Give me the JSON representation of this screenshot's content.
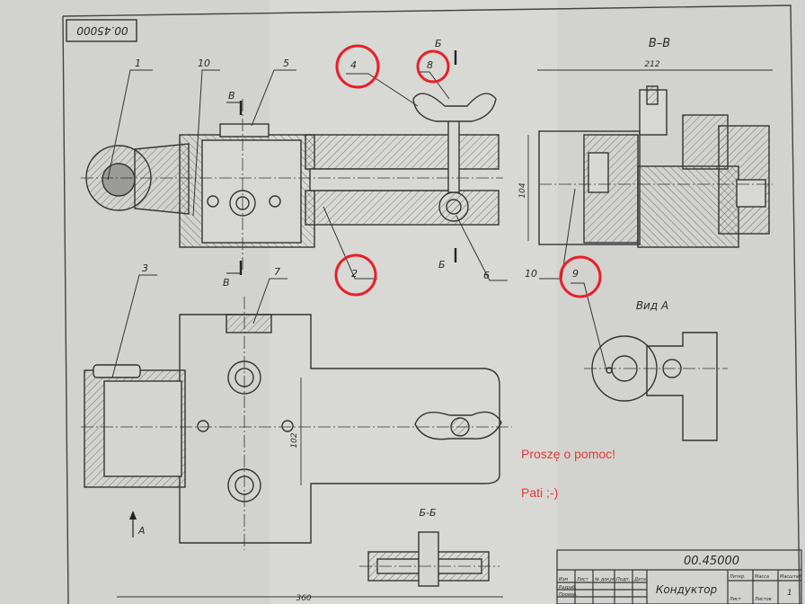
{
  "drawing": {
    "doc_number_top": "00.45000",
    "doc_number_block": "00.45000",
    "title": "Кондуктор",
    "section_bb_top": "В–В",
    "section_bb_bottom": "Б-Б",
    "view_a": "Вид А",
    "mark_b": "Б",
    "mark_v": "В",
    "mark_a": "А",
    "dim_212": "212",
    "dim_104": "104",
    "dim_102": "102",
    "dim_360": "360",
    "parts": [
      "1",
      "10",
      "5",
      "4",
      "8",
      "2",
      "6",
      "3",
      "7",
      "10",
      "9"
    ],
    "title_block_cells": [
      "Изм",
      "Лист",
      "№ докум.",
      "Подп.",
      "Дата",
      "Разраб.",
      "Провер.",
      "Литер.",
      "Масса",
      "Масштаб",
      "Лист",
      "Листов",
      "1"
    ]
  },
  "annotation": {
    "line1": "Proszę o pomoc!",
    "line2": "Pati ;-)",
    "color": "#e8202a"
  }
}
